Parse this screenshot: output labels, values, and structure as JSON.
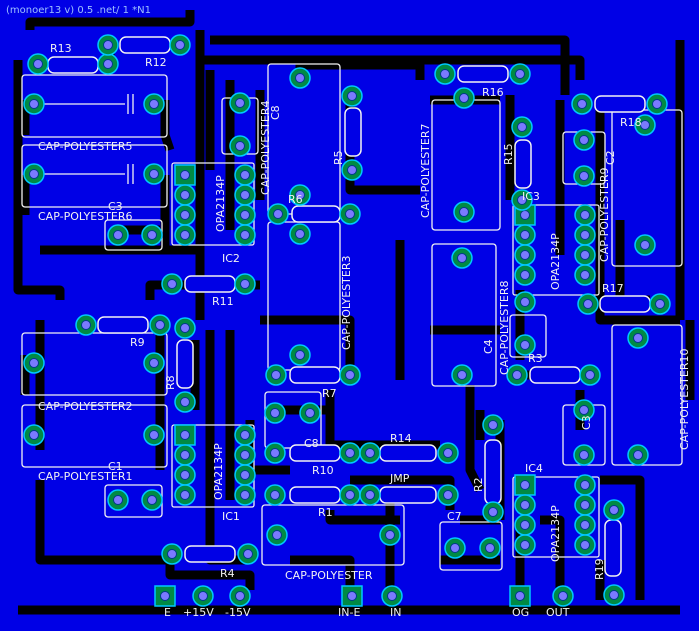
{
  "colors": {
    "board": "#0000e6",
    "copper_dark": "#000000",
    "pad_green": "#008a44",
    "pad_ring": "#00c8ff",
    "silk": "#f2f2f2",
    "ic_body": "#101010"
  },
  "header": {
    "title": "(monoer13 v) 0.5 .net/ 1 *N1"
  },
  "connectors": {
    "left": [
      "E",
      "+15V",
      "-15V"
    ],
    "mid": [
      "IN-E",
      "IN"
    ],
    "right": [
      "OG",
      "OUT"
    ]
  },
  "labels": {
    "R13": "R13",
    "R12": "R12",
    "R16": "R16",
    "R15": "R15",
    "R18": "R18",
    "R5": "R5",
    "R6": "R6",
    "R11": "R11",
    "R9": "R9",
    "R8": "R8",
    "R7": "R7",
    "R3": "R3",
    "R17": "R17",
    "R14": "R14",
    "R10": "R10",
    "R1": "R1",
    "R2": "R2",
    "R4": "R4",
    "R19": "R19",
    "JMP": "JMP",
    "C1": "C1",
    "C2": "C2",
    "C3a": "C3",
    "C3b": "C3",
    "C4": "C4",
    "C7": "C7",
    "C8": "C8",
    "C8b": "C8",
    "IC1": "IC1",
    "IC2": "IC2",
    "IC3": "IC3",
    "IC4": "IC4",
    "OPA2134P": "OPA2134P",
    "CP1": "CAP-POLYESTER1",
    "CP2": "CAP-POLYESTER2",
    "CP3": "CAP-POLYESTER3",
    "CP4": "CAP-POLYESTER4",
    "CP5": "CAP-POLYESTER5",
    "CP6": "CAP-POLYESTER6",
    "CP7": "CAP-POLYESTER7",
    "CP8": "CAP-POLYESTER8",
    "CP9": "CAP-POLYESTER9",
    "CP10": "CAP-POLYESTER10",
    "CP": "CAP-POLYESTER"
  }
}
